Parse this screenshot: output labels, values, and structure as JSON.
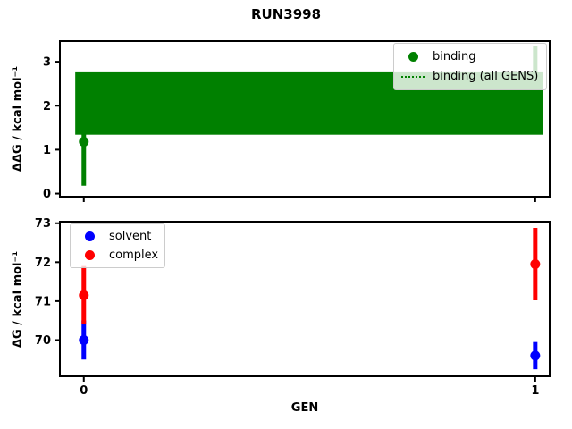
{
  "figure": {
    "title": "RUN3998",
    "background": "#ffffff"
  },
  "colors": {
    "binding": "#008000",
    "solvent": "#0000ff",
    "complex": "#ff0000",
    "axes": "#000000",
    "legend_border": "#cccccc",
    "legend_bg": "rgba(255,255,255,0.8)"
  },
  "chart_data": [
    {
      "type": "scatter",
      "title": "",
      "xlabel": "",
      "ylabel": "ΔΔG / kcal mol⁻¹",
      "xlim": [
        -0.053,
        1.032
      ],
      "ylim": [
        -0.07,
        3.47
      ],
      "yticks": [
        0,
        1,
        2,
        3
      ],
      "ytick_labels": [
        "0",
        "1",
        "2",
        "3"
      ],
      "xticks": [
        0,
        1
      ],
      "xtick_labels": [
        "",
        ""
      ],
      "show_xtick_labels": false,
      "grid": false,
      "series": [
        {
          "name": "binding",
          "type": "errorbar",
          "color_key": "binding",
          "x": [
            0,
            1
          ],
          "y": [
            1.18,
            2.35
          ],
          "yerr": [
            1.0,
            1.0
          ]
        },
        {
          "name": "binding (all GENS)",
          "type": "band",
          "color_key": "binding",
          "center": 2.05,
          "half_width": 0.71,
          "x_extent": [
            -0.019,
            1.018
          ],
          "line_style": "dotted"
        }
      ],
      "legend": {
        "location": "upper right",
        "entries": [
          {
            "label": "binding",
            "marker": "dot"
          },
          {
            "label": "binding (all GENS)",
            "marker": "dotted-line"
          }
        ]
      }
    },
    {
      "type": "scatter",
      "title": "",
      "xlabel": "GEN",
      "ylabel": "ΔG / kcal mol⁻¹",
      "xlim": [
        -0.053,
        1.032
      ],
      "ylim": [
        69.07,
        73.04
      ],
      "yticks": [
        70,
        71,
        72,
        73
      ],
      "ytick_labels": [
        "70",
        "71",
        "72",
        "73"
      ],
      "xticks": [
        0,
        1
      ],
      "xtick_labels": [
        "0",
        "1"
      ],
      "show_xtick_labels": true,
      "grid": false,
      "series": [
        {
          "name": "solvent",
          "type": "errorbar",
          "color_key": "solvent",
          "x": [
            0,
            1
          ],
          "y": [
            70.0,
            69.6
          ],
          "yerr": [
            0.5,
            0.35
          ]
        },
        {
          "name": "complex",
          "type": "errorbar",
          "color_key": "complex",
          "x": [
            0,
            1
          ],
          "y": [
            71.15,
            71.95
          ],
          "yerr": [
            0.75,
            0.93
          ]
        }
      ],
      "legend": {
        "location": "upper left",
        "entries": [
          {
            "label": "solvent",
            "marker": "dot"
          },
          {
            "label": "complex",
            "marker": "dot"
          }
        ]
      }
    }
  ]
}
